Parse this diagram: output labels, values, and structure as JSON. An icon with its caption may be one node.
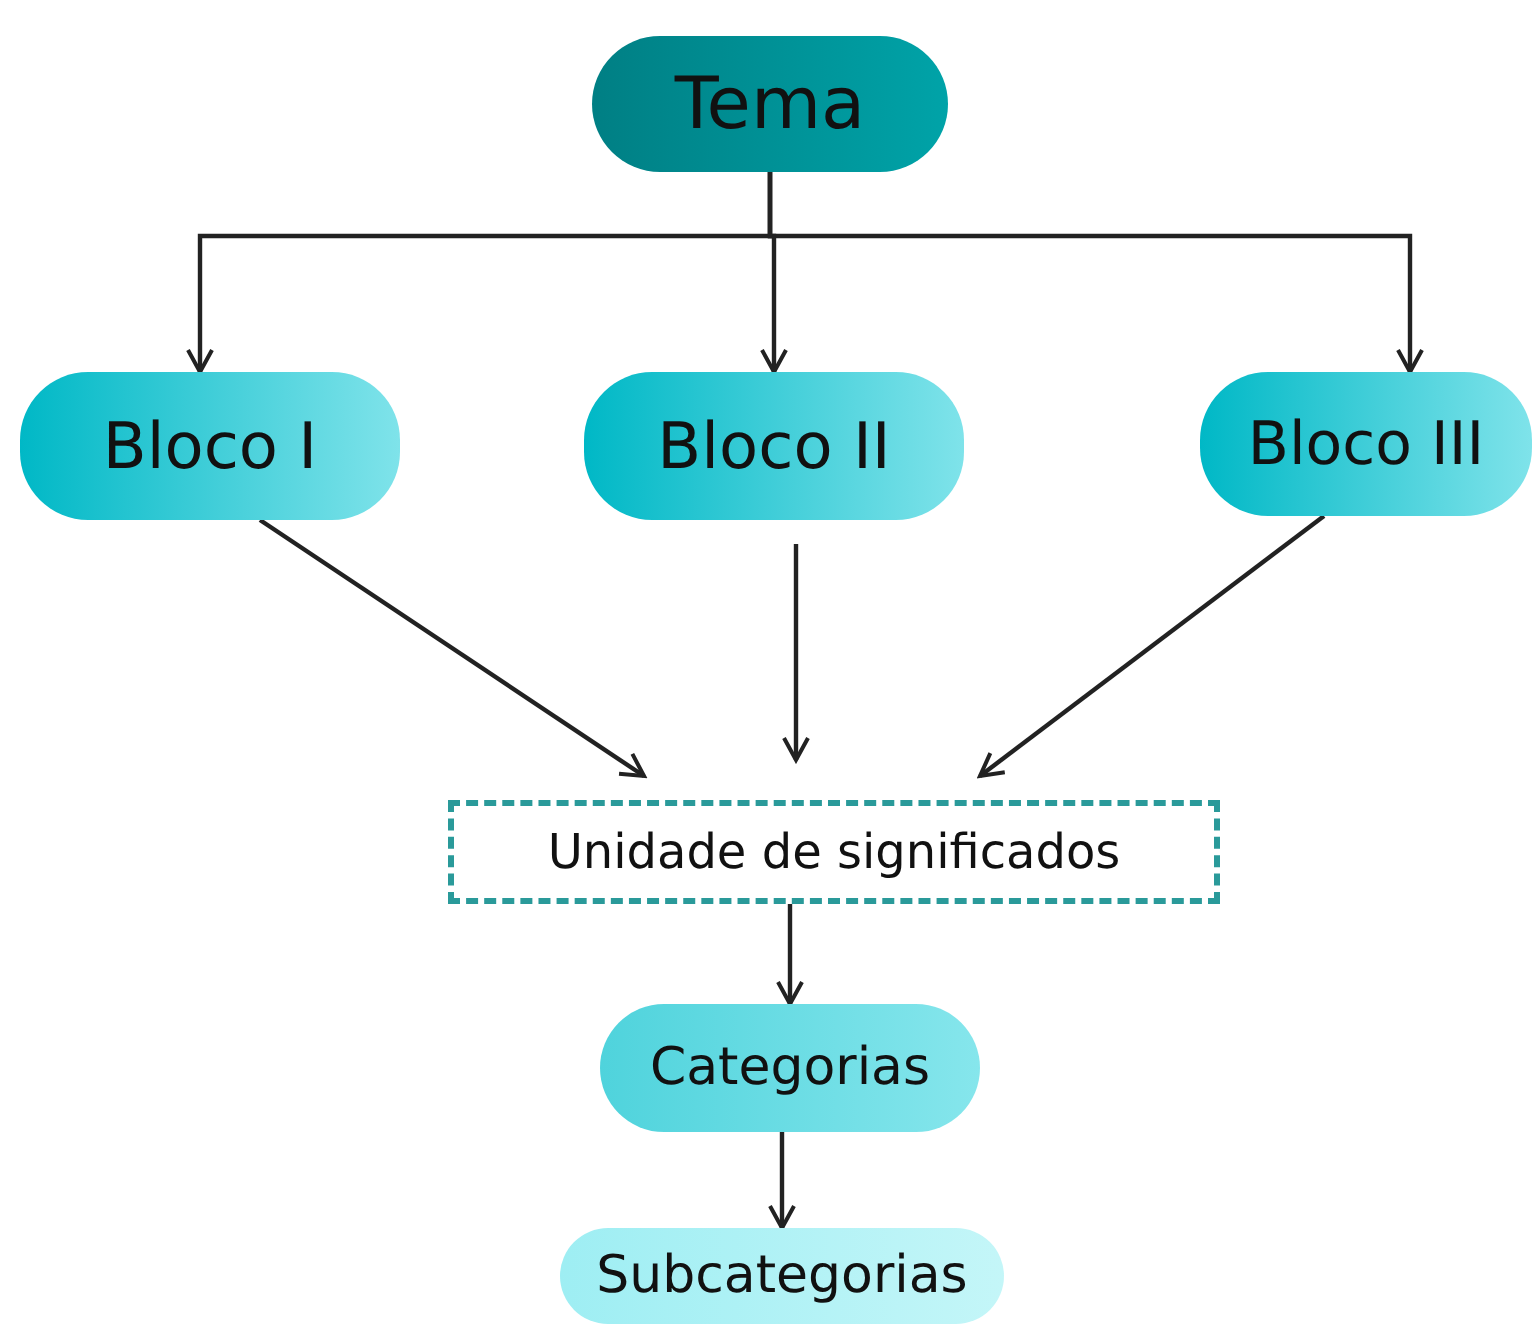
{
  "diagram": {
    "nodes": [
      {
        "text": [
          "Tema"
        ]
      },
      {
        "text": [
          "Bloco I"
        ]
      },
      {
        "text": [
          "Bloco II"
        ]
      },
      {
        "text": [
          "Bloco III"
        ]
      },
      {
        "text": [
          "Unidade de significados"
        ]
      },
      {
        "text": [
          "Categorias"
        ]
      },
      {
        "text": [
          "Subcategorias"
        ]
      }
    ],
    "edges": [
      {
        "from": 0,
        "to": 1,
        "arrow": "to"
      },
      {
        "from": 0,
        "to": 2,
        "arrow": "to"
      },
      {
        "from": 0,
        "to": 3,
        "arrow": "to"
      },
      {
        "from": 1,
        "to": 4,
        "arrow": "to"
      },
      {
        "from": 2,
        "to": 4,
        "arrow": "to"
      },
      {
        "from": 3,
        "to": 4,
        "arrow": "to"
      },
      {
        "from": 4,
        "to": 5,
        "arrow": "to"
      },
      {
        "from": 5,
        "to": 6,
        "arrow": "to"
      }
    ]
  }
}
